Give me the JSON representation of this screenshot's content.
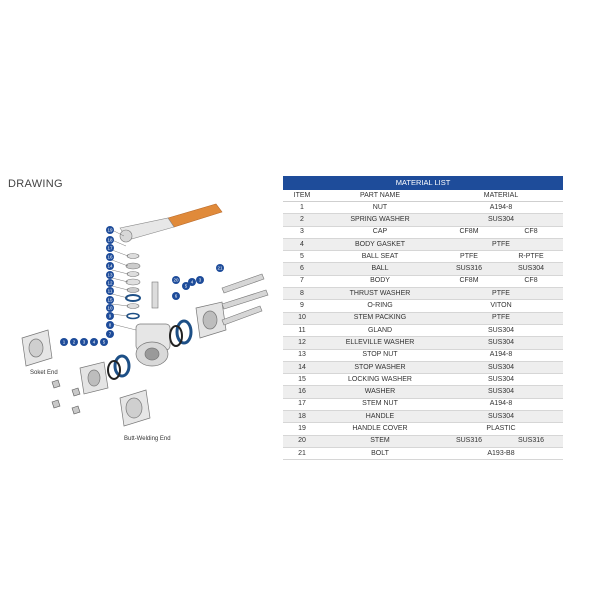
{
  "heading": "DRAWING",
  "drawing": {
    "label_socket": "Soket End",
    "label_butt": "Butt-Welding End",
    "callouts": [
      "19",
      "18",
      "17",
      "16",
      "14",
      "13",
      "12",
      "11",
      "15",
      "10",
      "9",
      "8",
      "7",
      "20",
      "6",
      "5",
      "4",
      "3",
      "1",
      "2",
      "3",
      "4",
      "5",
      "21"
    ]
  },
  "table": {
    "title": "MATERIAL LIST",
    "headers": {
      "item": "ITEM",
      "part": "PART NAME",
      "material": "MATERIAL"
    },
    "rows": [
      {
        "item": "1",
        "part": "NUT",
        "m1": "A194-8",
        "m2": "",
        "span": true
      },
      {
        "item": "2",
        "part": "SPRING WASHER",
        "m1": "SUS304",
        "m2": "",
        "span": true
      },
      {
        "item": "3",
        "part": "CAP",
        "m1": "CF8M",
        "m2": "CF8",
        "span": false
      },
      {
        "item": "4",
        "part": "BODY GASKET",
        "m1": "PTFE",
        "m2": "",
        "span": true
      },
      {
        "item": "5",
        "part": "BALL SEAT",
        "m1": "PTFE",
        "m2": "R-PTFE",
        "span": false
      },
      {
        "item": "6",
        "part": "BALL",
        "m1": "SUS316",
        "m2": "SUS304",
        "span": false
      },
      {
        "item": "7",
        "part": "BODY",
        "m1": "CF8M",
        "m2": "CF8",
        "span": false
      },
      {
        "item": "8",
        "part": "THRUST WASHER",
        "m1": "PTFE",
        "m2": "",
        "span": true
      },
      {
        "item": "9",
        "part": "O-RING",
        "m1": "VITON",
        "m2": "",
        "span": true
      },
      {
        "item": "10",
        "part": "STEM PACKING",
        "m1": "PTFE",
        "m2": "",
        "span": true
      },
      {
        "item": "11",
        "part": "GLAND",
        "m1": "SUS304",
        "m2": "",
        "span": true
      },
      {
        "item": "12",
        "part": "ELLEVILLE WASHER",
        "m1": "SUS304",
        "m2": "",
        "span": true
      },
      {
        "item": "13",
        "part": "STOP NUT",
        "m1": "A194-8",
        "m2": "",
        "span": true
      },
      {
        "item": "14",
        "part": "STOP WASHER",
        "m1": "SUS304",
        "m2": "",
        "span": true
      },
      {
        "item": "15",
        "part": "LOCKING WASHER",
        "m1": "SUS304",
        "m2": "",
        "span": true
      },
      {
        "item": "16",
        "part": "WASHER",
        "m1": "SUS304",
        "m2": "",
        "span": true
      },
      {
        "item": "17",
        "part": "STEM NUT",
        "m1": "A194-8",
        "m2": "",
        "span": true
      },
      {
        "item": "18",
        "part": "HANDLE",
        "m1": "SUS304",
        "m2": "",
        "span": true
      },
      {
        "item": "19",
        "part": "HANDLE COVER",
        "m1": "PLASTIC",
        "m2": "",
        "span": true
      },
      {
        "item": "20",
        "part": "STEM",
        "m1": "SUS316",
        "m2": "SUS316",
        "span": false
      },
      {
        "item": "21",
        "part": "BOLT",
        "m1": "A193-B8",
        "m2": "",
        "span": true
      }
    ]
  },
  "colors": {
    "header_blue": "#1e4c9a",
    "handle_orange": "#e08a3a",
    "ring_blue": "#1d4f86"
  }
}
